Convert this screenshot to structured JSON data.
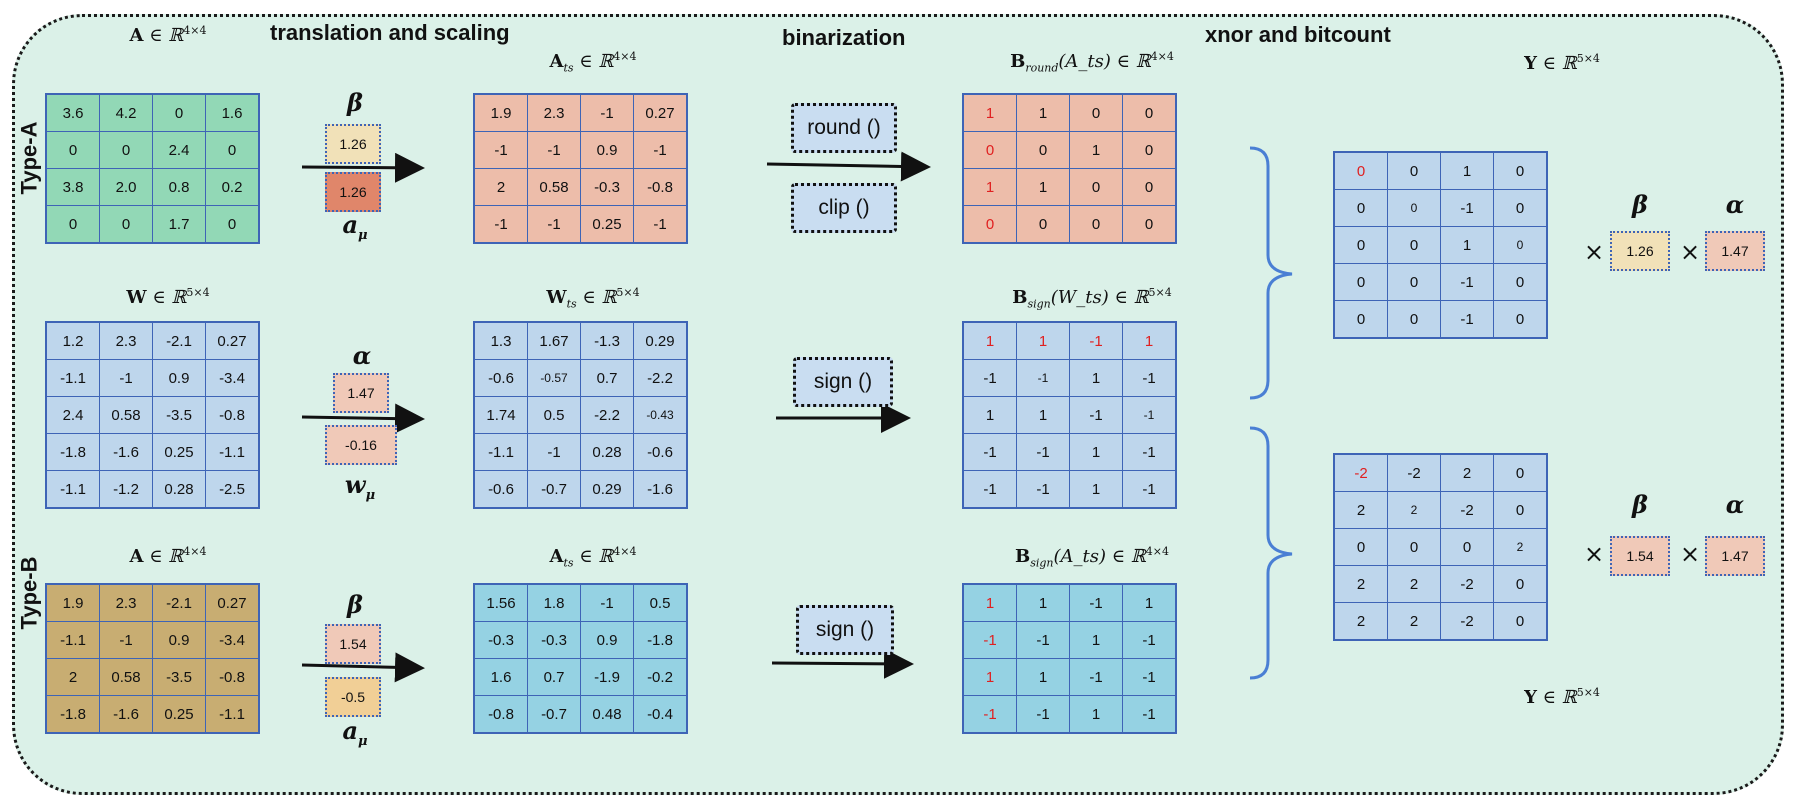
{
  "sections": {
    "translation": "translation and scaling",
    "binarization": "binarization",
    "xnor": "xnor and bitcount"
  },
  "row_labels": {
    "type_a": "Type-A",
    "type_b": "Type-B"
  },
  "labels": {
    "a1": {
      "base": "A",
      "sub": "",
      "arg": "",
      "set": "∈ ℝ",
      "dim": "4×4"
    },
    "a1t": {
      "base": "A",
      "sub": "ts",
      "arg": "",
      "set": "∈ ℝ",
      "dim": "4×4"
    },
    "a1b": {
      "base": "B",
      "sub": "round",
      "arg": "(A_ts)",
      "set": "∈ ℝ",
      "dim": "4×4"
    },
    "w": {
      "base": "W",
      "sub": "",
      "arg": "",
      "set": "∈ ℝ",
      "dim": "5×4"
    },
    "wt": {
      "base": "W",
      "sub": "ts",
      "arg": "",
      "set": "∈ ℝ",
      "dim": "5×4"
    },
    "wb": {
      "base": "B",
      "sub": "sign",
      "arg": "(W_ts)",
      "set": "∈ ℝ",
      "dim": "5×4"
    },
    "a2": {
      "base": "A",
      "sub": "",
      "arg": "",
      "set": "∈ ℝ",
      "dim": "4×4"
    },
    "a2t": {
      "base": "A",
      "sub": "ts",
      "arg": "",
      "set": "∈ ℝ",
      "dim": "4×4"
    },
    "a2b": {
      "base": "B",
      "sub": "sign",
      "arg": "(A_ts)",
      "set": "∈ ℝ",
      "dim": "4×4"
    },
    "y1": {
      "base": "Y",
      "sub": "",
      "arg": "",
      "set": "∈ ℝ",
      "dim": "5×4"
    },
    "y2": {
      "base": "Y",
      "sub": "",
      "arg": "",
      "set": "∈ ℝ",
      "dim": "5×4"
    }
  },
  "operations": {
    "round": "round ()",
    "clip": "clip ()",
    "sign1": "sign ()",
    "sign2": "sign ()"
  },
  "greek": {
    "beta": "β",
    "alpha": "α",
    "a_mu": "a",
    "w_mu": "w",
    "mu": "μ"
  },
  "scalars": {
    "beta_a": "1.26",
    "amu_a": "1.26",
    "alpha_w": "1.47",
    "wmu": "-0.16",
    "beta_b": "1.54",
    "amu_b": "-0.5",
    "y1_beta": "1.26",
    "y1_alpha": "1.47",
    "y2_beta": "1.54",
    "y2_alpha": "1.47"
  },
  "times": "×",
  "colors": {
    "green": "#92d8b6",
    "salmon": "#edbdaa",
    "blue": "#bed6ec",
    "tan": "#c8ad72",
    "cyan": "#95d2e3",
    "scal_yellow": "#f1e1b8",
    "scal_orange": "#e0866a",
    "scal_pink": "#f0c9b8",
    "scal_gold": "#f1cf96",
    "red_text": "#e02020"
  },
  "matrices": {
    "A1": [
      [
        "3.6",
        "4.2",
        "0",
        "1.6"
      ],
      [
        "0",
        "0",
        "2.4",
        "0"
      ],
      [
        "3.8",
        "2.0",
        "0.8",
        "0.2"
      ],
      [
        "0",
        "0",
        "1.7",
        "0"
      ]
    ],
    "A1t": [
      [
        "1.9",
        "2.3",
        "-1",
        "0.27"
      ],
      [
        "-1",
        "-1",
        "0.9",
        "-1"
      ],
      [
        "2",
        "0.58",
        "-0.3",
        "-0.8"
      ],
      [
        "-1",
        "-1",
        "0.25",
        "-1"
      ]
    ],
    "A1b": [
      [
        "1",
        "1",
        "0",
        "0"
      ],
      [
        "0",
        "0",
        "1",
        "0"
      ],
      [
        "1",
        "1",
        "0",
        "0"
      ],
      [
        "0",
        "0",
        "0",
        "0"
      ]
    ],
    "W": [
      [
        "1.2",
        "2.3",
        "-2.1",
        "0.27"
      ],
      [
        "-1.1",
        "-1",
        "0.9",
        "-3.4"
      ],
      [
        "2.4",
        "0.58",
        "-3.5",
        "-0.8"
      ],
      [
        "-1.8",
        "-1.6",
        "0.25",
        "-1.1"
      ],
      [
        "-1.1",
        "-1.2",
        "0.28",
        "-2.5"
      ]
    ],
    "Wt": [
      [
        "1.3",
        "1.67",
        "-1.3",
        "0.29"
      ],
      [
        "-0.6",
        "-0.57",
        "0.7",
        "-2.2"
      ],
      [
        "1.74",
        "0.5",
        "-2.2",
        "-0.43"
      ],
      [
        "-1.1",
        "-1",
        "0.28",
        "-0.6"
      ],
      [
        "-0.6",
        "-0.7",
        "0.29",
        "-1.6"
      ]
    ],
    "Wb": [
      [
        "1",
        "1",
        "-1",
        "1"
      ],
      [
        "-1",
        "-1",
        "1",
        "-1"
      ],
      [
        "1",
        "1",
        "-1",
        "-1"
      ],
      [
        "-1",
        "-1",
        "1",
        "-1"
      ],
      [
        "-1",
        "-1",
        "1",
        "-1"
      ]
    ],
    "A2": [
      [
        "1.9",
        "2.3",
        "-2.1",
        "0.27"
      ],
      [
        "-1.1",
        "-1",
        "0.9",
        "-3.4"
      ],
      [
        "2",
        "0.58",
        "-3.5",
        "-0.8"
      ],
      [
        "-1.8",
        "-1.6",
        "0.25",
        "-1.1"
      ]
    ],
    "A2t": [
      [
        "1.56",
        "1.8",
        "-1",
        "0.5"
      ],
      [
        "-0.3",
        "-0.3",
        "0.9",
        "-1.8"
      ],
      [
        "1.6",
        "0.7",
        "-1.9",
        "-0.2"
      ],
      [
        "-0.8",
        "-0.7",
        "0.48",
        "-0.4"
      ]
    ],
    "A2b": [
      [
        "1",
        "1",
        "-1",
        "1"
      ],
      [
        "-1",
        "-1",
        "1",
        "-1"
      ],
      [
        "1",
        "1",
        "-1",
        "-1"
      ],
      [
        "-1",
        "-1",
        "1",
        "-1"
      ]
    ],
    "Y1": [
      [
        "0",
        "0",
        "1",
        "0"
      ],
      [
        "0",
        "0",
        "-1",
        "0"
      ],
      [
        "0",
        "0",
        "1",
        "0"
      ],
      [
        "0",
        "0",
        "-1",
        "0"
      ],
      [
        "0",
        "0",
        "-1",
        "0"
      ]
    ],
    "Y2": [
      [
        "-2",
        "-2",
        "2",
        "0"
      ],
      [
        "2",
        "2",
        "-2",
        "0"
      ],
      [
        "0",
        "0",
        "0",
        "2"
      ],
      [
        "2",
        "2",
        "-2",
        "0"
      ],
      [
        "2",
        "2",
        "-2",
        "0"
      ]
    ]
  }
}
